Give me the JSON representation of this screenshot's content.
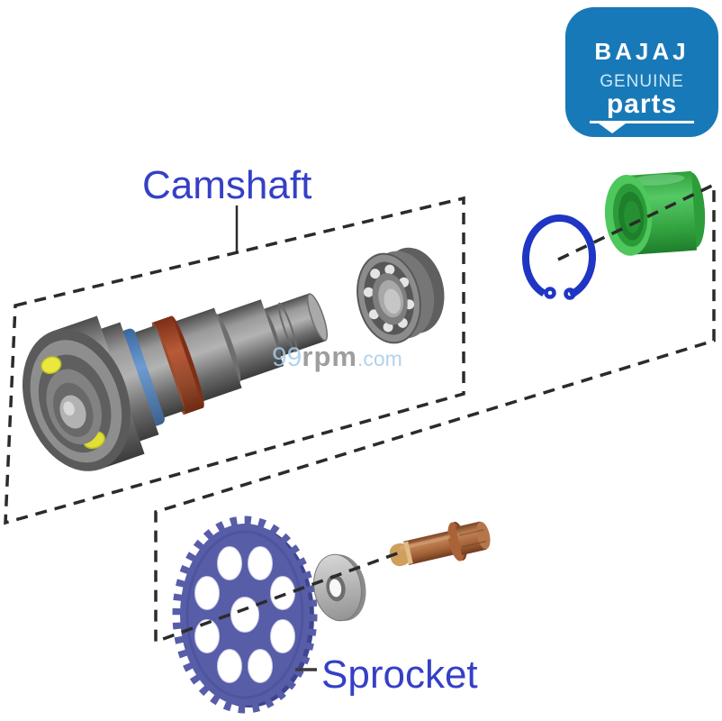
{
  "title_labels": {
    "camshaft": "Camshaft",
    "sprocket": "Sprocket"
  },
  "watermark": {
    "num": "99",
    "rpm": "rpm",
    "domain": ".com"
  },
  "logo": {
    "brand": "BAJAJ",
    "line2": "GENUINE",
    "line3": "parts"
  },
  "colors": {
    "logo_blue": "#1879b8",
    "label_blue": "#3540c6",
    "sprocket_purple": "#585da8",
    "circlip_blue": "#1f35c4",
    "bushing_green": "#3db54b",
    "bolt_copper": "#a05f35",
    "cam_ring_red": "#9c4c2e",
    "cam_ring_blue": "#4a7ab8",
    "bearing_ball_yellow": "#e8e83f",
    "dash_line": "#2b2b2b"
  },
  "illustrated_parts": [
    "camshaft",
    "ball-bearing",
    "circlip",
    "bushing",
    "sprocket",
    "washer",
    "bolt"
  ]
}
